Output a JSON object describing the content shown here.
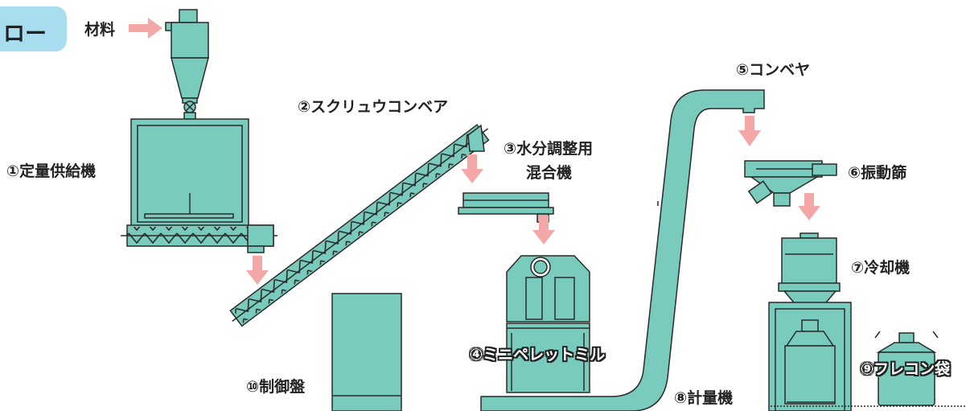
{
  "header": {
    "tab_label": "ロー"
  },
  "labels": {
    "material": "材料",
    "feeder": "①定量供給機",
    "screw_conveyor": "②スクリュウコンベア",
    "mixer_line1": "③水分調整用",
    "mixer_line2": "混合機",
    "pellet_mill": "④ミニペレットミル",
    "conveyor": "⑤コンベヤ",
    "sieve": "⑥振動篩",
    "cooler": "⑦冷却機",
    "weigher": "⑧計量機",
    "flexible_bag": "⑨フレコン袋",
    "control_panel": "⑩制御盤"
  },
  "colors": {
    "machine_fill": "#79cbbd",
    "outline": "#2a2a2a",
    "arrow": "#f4a7a7",
    "tab": "#a8dcef"
  }
}
